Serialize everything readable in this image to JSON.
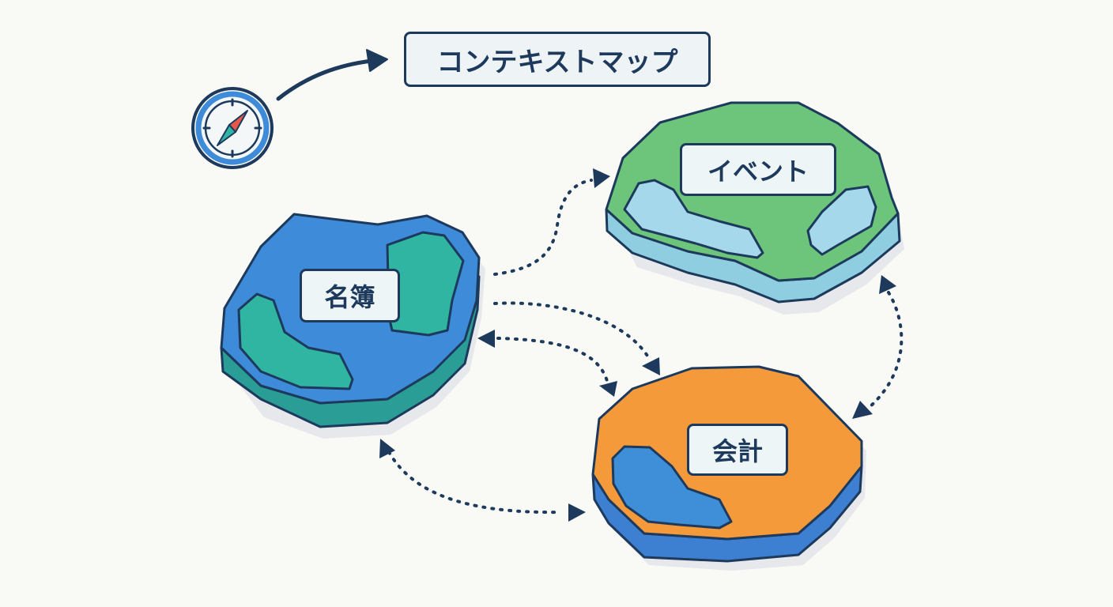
{
  "title": "コンテキストマップ",
  "compass_icon": "compass-icon",
  "contexts": [
    {
      "id": "meibo",
      "label": "名簿",
      "color": "#3d8bd9",
      "side_color": "#2a9e96",
      "region_color": "#2fb5a2"
    },
    {
      "id": "event",
      "label": "イベント",
      "color": "#6cc57a",
      "side_color": "#8fcde0",
      "region_color": "#a4d8ea"
    },
    {
      "id": "kaikei",
      "label": "会計",
      "color": "#f49a3a",
      "side_color": "#3d7fd1",
      "region_color": "#3f8fd8"
    }
  ],
  "relations": [
    {
      "from": "meibo",
      "to": "event",
      "style": "dotted",
      "direction": "to-event"
    },
    {
      "from": "meibo",
      "to": "kaikei",
      "style": "dotted",
      "direction": "both"
    },
    {
      "from": "meibo",
      "to": "kaikei",
      "style": "dotted",
      "direction": "to-kaikei"
    },
    {
      "from": "meibo",
      "to": "kaikei",
      "style": "dotted",
      "direction": "both"
    },
    {
      "from": "event",
      "to": "kaikei",
      "style": "dotted",
      "direction": "both"
    }
  ],
  "colors": {
    "outline": "#1d3a5c",
    "background": "#f9f9f6",
    "label_fill": "#eef5f7",
    "compass_needle_north": "#e8584a",
    "compass_needle_south": "#2fb5a2",
    "compass_ring": "#3d8bd9"
  }
}
